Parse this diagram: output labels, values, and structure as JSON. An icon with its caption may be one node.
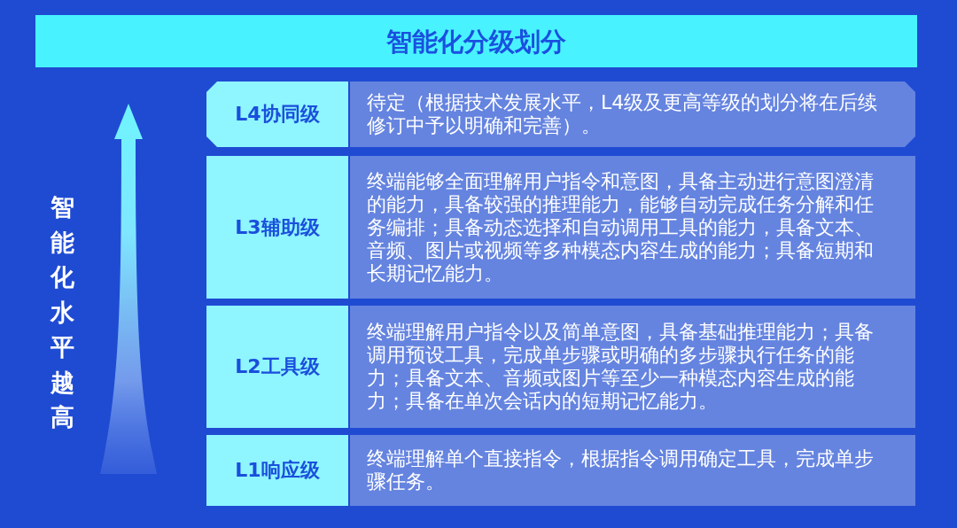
{
  "diagram": {
    "title": "智能化分级划分",
    "nodes": [
      {
        "text": [
          "L4协同级"
        ]
      },
      {
        "text": [
          "待定（根据技术发展水平，L4级及更高等级的划分将在后续修订中予以明确和完善）。"
        ]
      },
      {
        "text": [
          "L3辅助级"
        ]
      },
      {
        "text": [
          "终端能够全面理解用户指令和意图，具备主动进行意图澄清的能力，具备较强的推理能力，能够自动完成任务分解和任务编排；具备动态选择和自动调用工具的能力，具备文本、音频、图片或视频等多种模态内容生成的能力；具备短期和长期记忆能力。"
        ]
      },
      {
        "text": [
          "L2工具级"
        ]
      },
      {
        "text": [
          "终端理解用户指令以及简单意图，具备基础推理能力；具备调用预设工具，完成单步骤或明确的多步骤执行任务的能力；具备文本、音频或图片等至少一种模态内容生成的能力；具备在单次会话内的短期记忆能力。"
        ]
      },
      {
        "text": [
          "L1响应级"
        ]
      },
      {
        "text": [
          "终端理解单个直接指令，根据指令调用确定工具，完成单步骤任务。"
        ]
      }
    ],
    "labels": [
      "智能化水平越高"
    ]
  }
}
